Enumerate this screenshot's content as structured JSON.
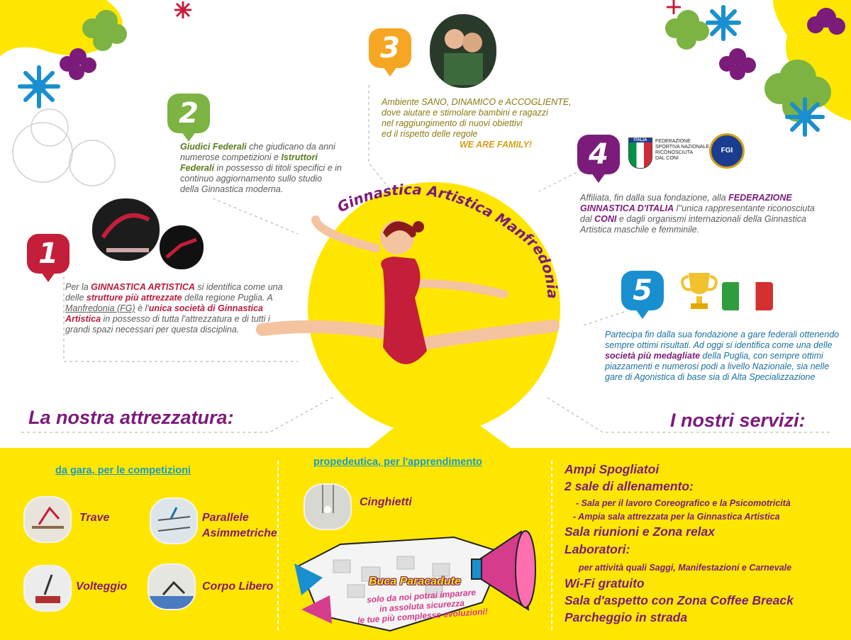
{
  "title": "Ginnastica Artistica Manfredonia",
  "colors": {
    "yellow": "#ffe600",
    "purple": "#7b1b7a",
    "red": "#c41e3a",
    "green": "#7cb342",
    "orange": "#f5a623",
    "blue": "#1a8fcf"
  },
  "steps": [
    {
      "num": "1",
      "color": "#c41e3a"
    },
    {
      "num": "2",
      "color": "#7cb342"
    },
    {
      "num": "3",
      "color": "#f5a623"
    },
    {
      "num": "4",
      "color": "#7b1b7a"
    },
    {
      "num": "5",
      "color": "#1a8fcf"
    }
  ],
  "step1": {
    "a": "Per la ",
    "b": "GINNASTICA ARTISTICA",
    "c": " si identifica come una delle ",
    "d": "strutture più attrezzate",
    "e": " della regione Puglia. A ",
    "f": "Manfredonia (FG)",
    "g": " è l'",
    "h": "unica società di Ginnastica Artistica",
    "i": " in possesso di tutta l'attrezzatura e di tutti i grandi spazi necessari per questa disciplina."
  },
  "step2": {
    "a": "Giudici Federali",
    "b": " che giudicano da anni numerose competizioni e ",
    "c": "Istruttori Federali",
    "d": " in possesso di titoli specifici e in continuo aggiornamento sullo studio della Ginnastica moderna."
  },
  "step3": {
    "line1": "Ambiente SANO, DINAMICO e ACCOGLIENTE,",
    "line2": "dove aiutare e stimolare bambini e ragazzi",
    "line3": "nel raggiungimento di nuovi obiettivi",
    "line4": "ed il rispetto delle regole",
    "line5": "WE ARE FAMILY!"
  },
  "step4": {
    "logo1": "ITALIA",
    "logo_text_1": "FEDERAZIONE",
    "logo_text_2": "SPORTIVA NAZIONALE",
    "logo_text_3": "RICONOSCIUTA",
    "logo_text_4": "DAL CONI",
    "logo2": "FGI",
    "a": "Affiliata, fin dalla sua fondazione, alla ",
    "b": "FEDERAZIONE GINNASTICA D'ITALIA",
    "c": " l''unica rappresentante riconosciuta dal ",
    "d": "CONI",
    "e": " e dagli organismi internazionali della Ginnastica Artistica maschile e femminile."
  },
  "step5": {
    "a": "Partecipa fin dalla sua fondazione a gare federali ottenendo sempre ottimi risultati. Ad oggi si identifica come una delle ",
    "b": "società più medagliate",
    "c": " della Puglia, con sempre ottimi piazzamenti e numerosi podi a livello Nazionale, sia nelle gare di Agonistica di base sia di Alta Specializzazione"
  },
  "equipment": {
    "heading": "La nostra attrezzatura:",
    "col1_title": "da gara, per le competizioni",
    "col2_title": "propedeutica, per l'apprendimento",
    "items": [
      "Trave",
      "Parallele",
      "Asimmetriche",
      "Volteggio",
      "Corpo Libero",
      "Cinghietti"
    ],
    "buca_title": "Buca Paracadute",
    "buca_1": "solo da noi potrai imparare",
    "buca_2": "in assoluta sicurezza",
    "buca_3": "le tue più complesse evoluzioni!"
  },
  "services": {
    "heading": "I nostri servizi:",
    "s1": "Ampi Spogliatoi",
    "s2": "2 sale di allenamento:",
    "s2a": "- Sala per il lavoro Coreografico e la Psicomotricità",
    "s2b": "- Ampia sala attrezzata per la Ginnastica Artistica",
    "s3": "Sala riunioni e Zona relax",
    "s4": "Laboratori:",
    "s4a": "per attività quali Saggi, Manifestazioni e Carnevale",
    "s5": "Wi-Fi gratuito",
    "s6": "Sala d'aspetto con Zona Coffee Breack",
    "s7": "Parcheggio in strada"
  }
}
